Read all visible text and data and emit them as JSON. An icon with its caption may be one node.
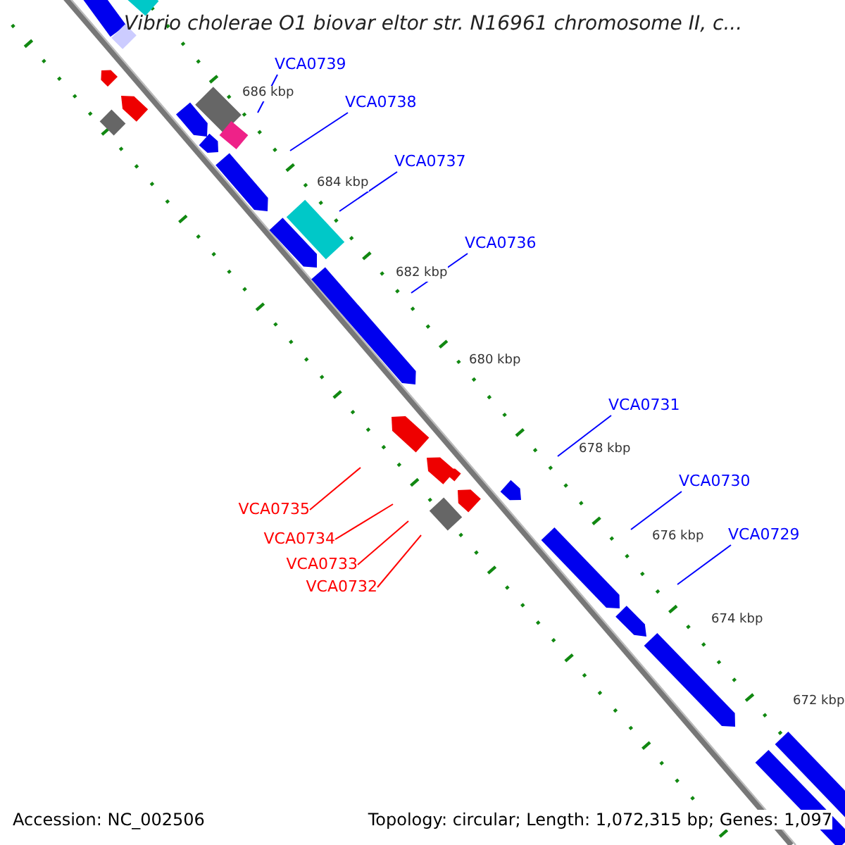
{
  "diagram": {
    "title": "Vibrio cholerae O1 biovar eltor str. N16961 chromosome II, c...",
    "nodes": [
      {
        "text": [
          "VCA0739"
        ]
      },
      {
        "text": [
          "VCA0738"
        ]
      },
      {
        "text": [
          "VCA0737"
        ]
      },
      {
        "text": [
          "VCA0736"
        ]
      },
      {
        "text": [
          "VCA0731"
        ]
      },
      {
        "text": [
          "VCA0730"
        ]
      },
      {
        "text": [
          "VCA0735"
        ]
      },
      {
        "text": [
          "VCA0729"
        ]
      },
      {
        "text": [
          "VCA0734"
        ]
      },
      {
        "text": [
          "VCA0733"
        ]
      },
      {
        "text": [
          "VCA0732"
        ]
      }
    ],
    "edges": [
      {
        "from": 0,
        "to": null,
        "arrow": "none"
      },
      {
        "from": 1,
        "to": null,
        "arrow": "none"
      },
      {
        "from": 2,
        "to": null,
        "arrow": "none"
      },
      {
        "from": 3,
        "to": null,
        "arrow": "none"
      },
      {
        "from": 4,
        "to": null,
        "arrow": "none"
      },
      {
        "from": 5,
        "to": null,
        "arrow": "none"
      },
      {
        "from": 6,
        "to": null,
        "arrow": "none",
        "color": "#ff0000"
      },
      {
        "from": 7,
        "to": null,
        "arrow": "none"
      },
      {
        "from": 8,
        "to": null,
        "arrow": "none",
        "color": "#ff0000"
      },
      {
        "from": 9,
        "to": null,
        "arrow": "none",
        "color": "#ff0000"
      },
      {
        "from": 10,
        "to": null,
        "arrow": "none",
        "color": "#ff0000"
      }
    ],
    "labels": [
      "686 kbp",
      "684 kbp",
      "682 kbp",
      "680 kbp",
      "678 kbp",
      "676 kbp",
      "674 kbp",
      "672 kbp",
      "Accession: NC_002506",
      "Topology: circular; Length: 1,072,315 bp; Genes: 1,097"
    ]
  }
}
